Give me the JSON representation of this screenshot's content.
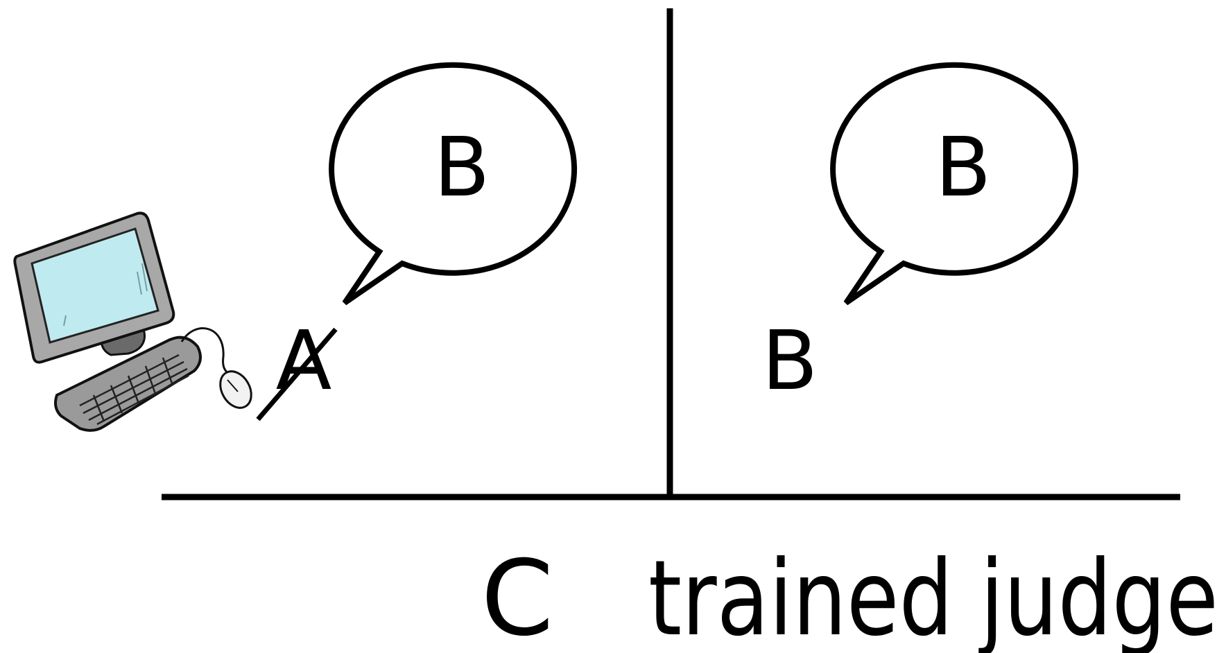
{
  "diagram": {
    "left_room": {
      "speaker_label": "A",
      "speaker_crossed_out": true,
      "speech_bubble_text": "B",
      "icon": "computer-icon"
    },
    "right_room": {
      "speaker_label": "B",
      "speech_bubble_text": "B"
    },
    "judge": {
      "label": "C",
      "description": "trained judge"
    },
    "colors": {
      "stroke": "#000000",
      "screen": "#bfeaf0",
      "monitor": "#a9a9a9",
      "background": "#ffffff"
    }
  }
}
